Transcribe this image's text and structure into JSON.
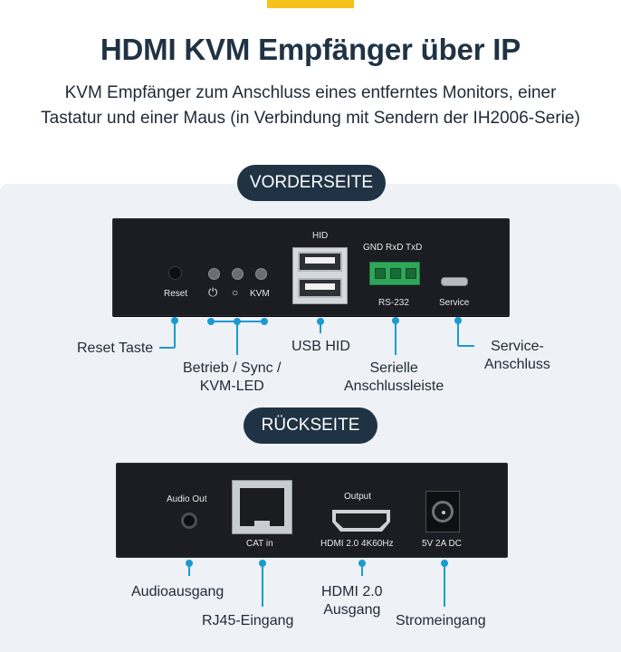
{
  "header": {
    "title": "HDMI KVM Empfänger über IP",
    "subtitle_line1": "KVM Empfänger zum Anschluss eines entferntes Monitors, einer",
    "subtitle_line2": "Tastatur und einer Maus (in Verbindung mit Sendern der IH2006-Serie)"
  },
  "front": {
    "section_label": "VORDERSEITE",
    "device_labels": {
      "reset": "Reset",
      "power_symbol": "⏻",
      "sync_symbol": "○",
      "kvm": "KVM",
      "hid": "HID",
      "terminal_pins": "GND RxD TxD",
      "rs232": "RS-232",
      "service": "Service"
    },
    "callouts": {
      "reset": "Reset Taste",
      "leds_line1": "Betrieb / Sync /",
      "leds_line2": "KVM-LED",
      "usb": "USB HID",
      "serial_line1": "Serielle",
      "serial_line2": "Anschlussleiste",
      "service_line1": "Service-",
      "service_line2": "Anschluss"
    }
  },
  "back": {
    "section_label": "RÜCKSEITE",
    "device_labels": {
      "audio_out": "Audio Out",
      "cat_in": "CAT in",
      "output": "Output",
      "hdmi": "HDMI 2.0 4K60Hz",
      "power": "5V 2A DC"
    },
    "callouts": {
      "audio": "Audioausgang",
      "rj45": "RJ45-Eingang",
      "hdmi_line1": "HDMI 2.0",
      "hdmi_line2": "Ausgang",
      "power": "Stromeingang"
    }
  },
  "colors": {
    "accent": "#f5c21b",
    "navy": "#1f3344",
    "callout_line": "#1a9bd0",
    "panel_bg": "#eef1f5",
    "device": "#1b1d22",
    "terminal_green": "#2fa65a"
  }
}
